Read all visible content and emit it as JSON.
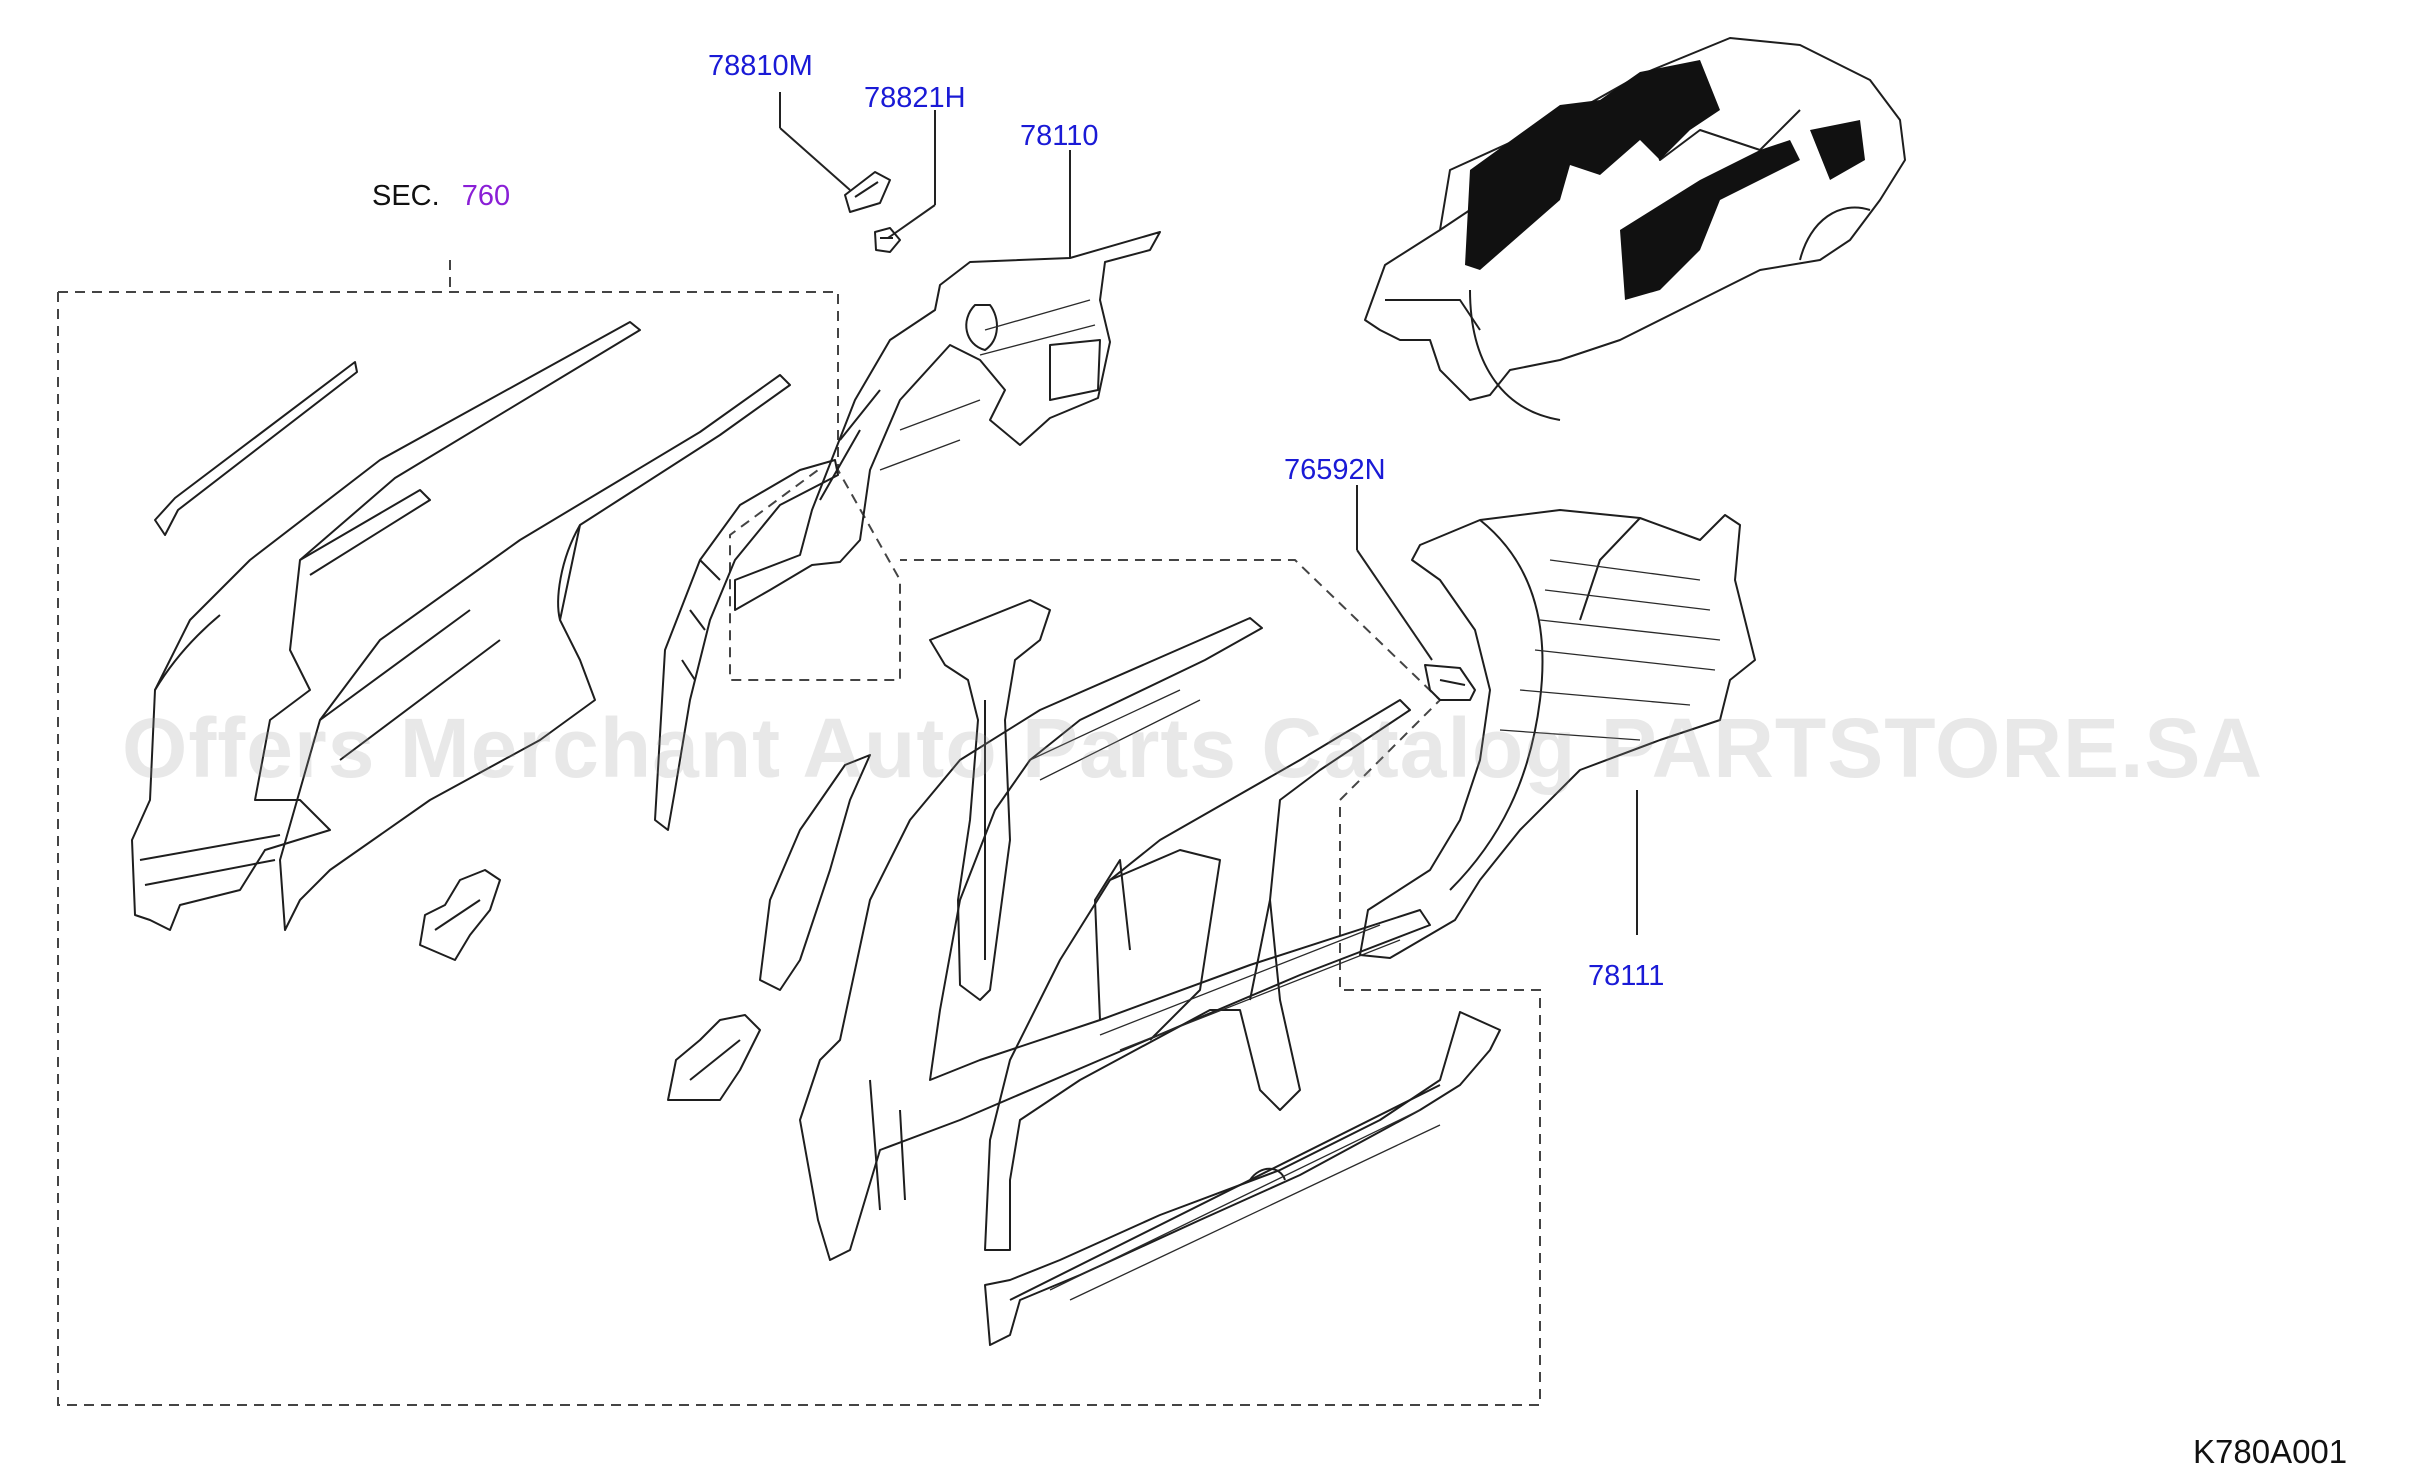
{
  "callouts": {
    "p78810M": "78810M",
    "p78821H": "78821H",
    "p78110": "78110",
    "p76592N": "76592N",
    "p78111": "78111"
  },
  "section": {
    "prefix": "SEC.",
    "number": "760"
  },
  "diagram_code": "K780A001",
  "watermark": "Offers Merchant Auto Parts Catalog PARTSTORE.SA",
  "colors": {
    "callout": "#1a1ad6",
    "section_ref": "#8a1fd6",
    "line": "#1e1e1e"
  }
}
